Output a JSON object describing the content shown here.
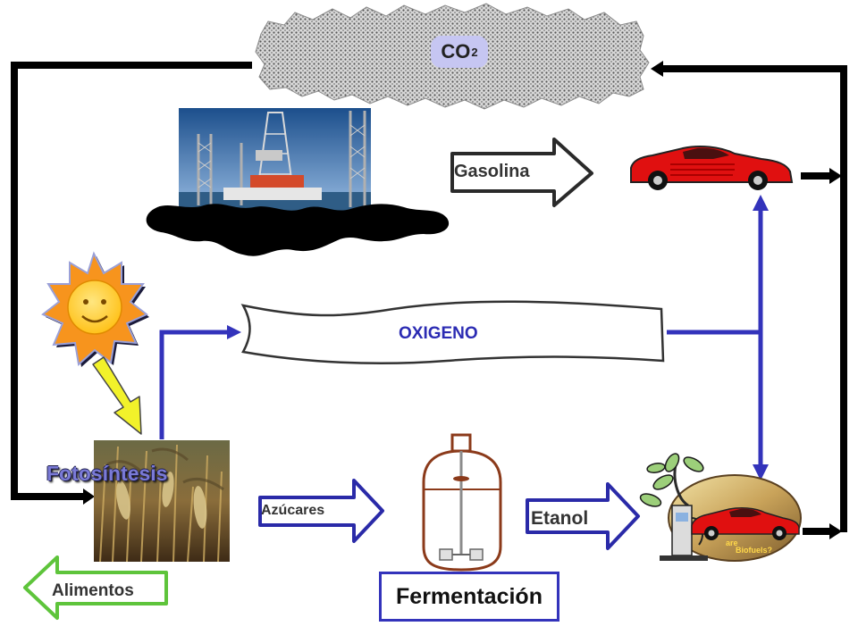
{
  "labels": {
    "co2": "CO",
    "co2_sub": "2",
    "gasolina": "Gasolina",
    "oxigeno": "OXIGENO",
    "azucares": "Azúcares",
    "etanol": "Etanol",
    "alimentos": "Alimentos",
    "fotosintesis": "Fotosíntesis",
    "fermentacion": "Fermentación",
    "badge_line1": "are",
    "badge_line2": "Biofuels?"
  },
  "icons": {
    "cloud": "co2-cloud-icon",
    "oil_rig": "oil-rig-photo",
    "oil_spill": "oil-blob-icon",
    "sun": "sun-face-icon",
    "corn": "corn-field-photo",
    "fermenter": "fermenter-tank-icon",
    "car": "red-sports-car-icon",
    "biofuel": "biofuel-pump-badge-icon"
  },
  "colors": {
    "black_cycle": "#000000",
    "blue_flow": "#3333bb",
    "arrow_green": "#5ec43b",
    "arrow_blue": "#2a2aa8",
    "car_red": "#e01010",
    "sun_orange": "#f7941d",
    "sun_yellow": "#ffd23f",
    "sunbeam": "#f2f22a",
    "fermenter_brown": "#8b3a1a"
  }
}
